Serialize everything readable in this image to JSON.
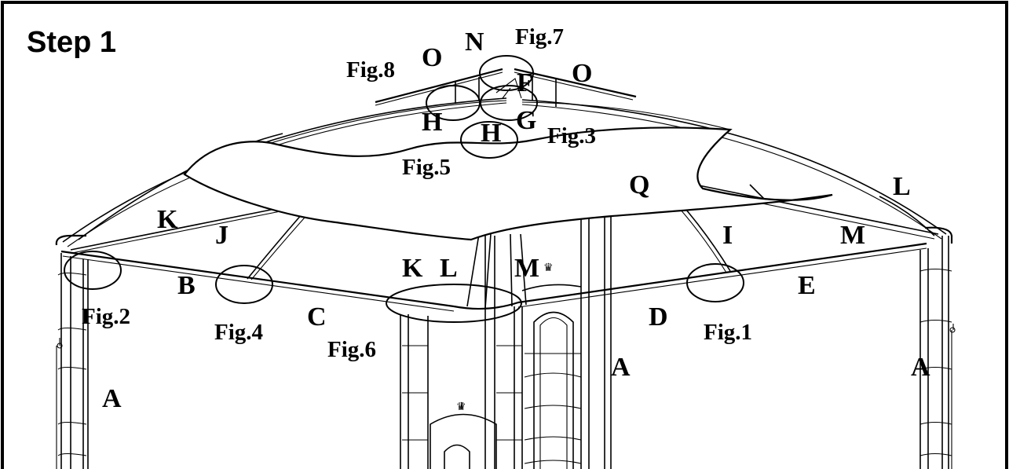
{
  "title": "Step 1",
  "parts": {
    "a1": "A",
    "a2": "A",
    "a3": "A",
    "b": "B",
    "c": "C",
    "d": "D",
    "e": "E",
    "f": "F",
    "g": "G",
    "h1": "H",
    "h2": "H",
    "i": "I",
    "j": "J",
    "k1": "K",
    "k2": "K",
    "l1": "L",
    "l2": "L",
    "m1": "M",
    "m2": "M",
    "n": "N",
    "o1": "O",
    "o2": "O",
    "q": "Q"
  },
  "figures": {
    "fig1": "Fig.1",
    "fig2": "Fig.2",
    "fig3": "Fig.3",
    "fig4": "Fig.4",
    "fig5": "Fig.5",
    "fig6": "Fig.6",
    "fig7": "Fig.7",
    "fig8": "Fig.8"
  }
}
